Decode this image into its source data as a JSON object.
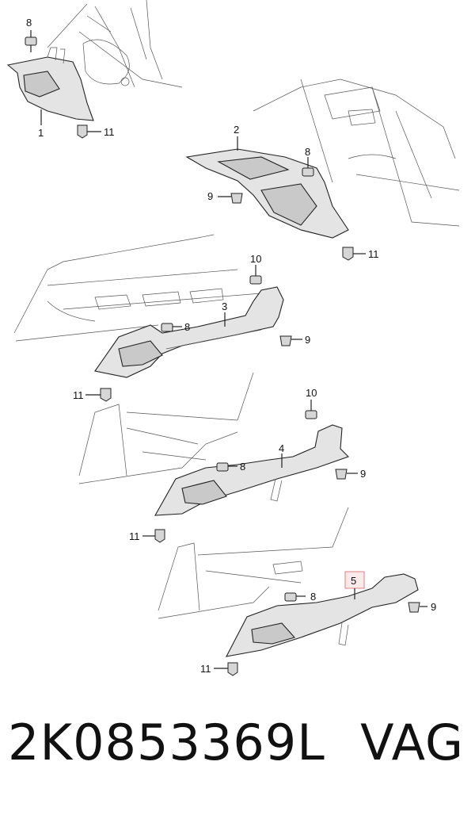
{
  "callouts": {
    "c1": "1",
    "c2": "2",
    "c3": "3",
    "c4": "4",
    "c5": "5",
    "c8": "8",
    "c9": "9",
    "c10": "10",
    "c11": "11"
  },
  "footer": {
    "part_number": "2K0853369L",
    "brand": "VAG"
  },
  "colors": {
    "highlight_fill": "#fce9ea",
    "highlight_stroke": "#e07f86"
  }
}
